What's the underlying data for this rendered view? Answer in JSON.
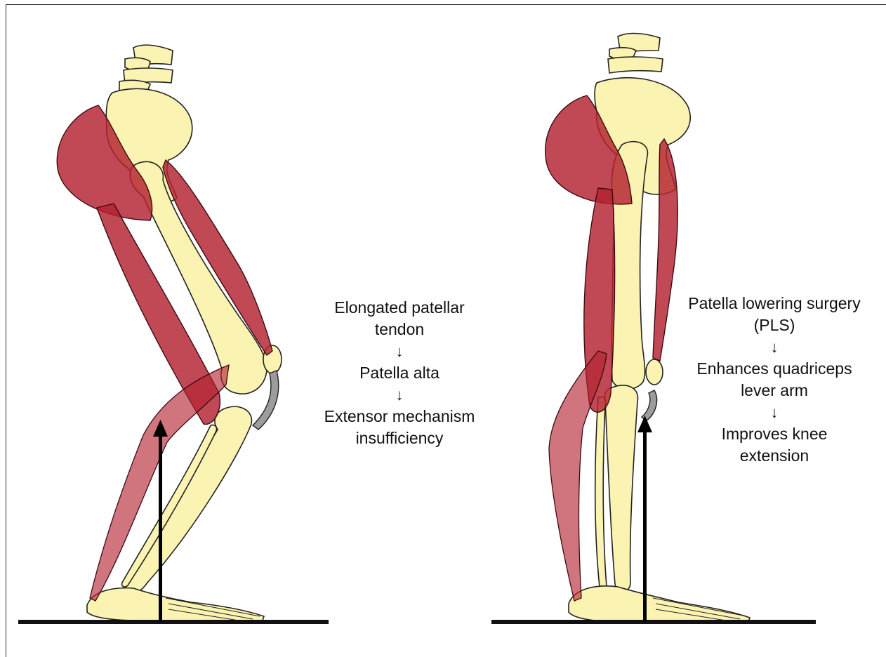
{
  "panels": [
    {
      "id": "before",
      "caption": [
        "Elongated patellar tendon",
        "↓",
        "Patella alta",
        "↓",
        "Extensor mechanism insufficiency"
      ]
    },
    {
      "id": "after",
      "caption": [
        "Patella lowering surgery (PLS)",
        "↓",
        "Enhances quadriceps lever arm",
        "↓",
        "Improves knee extension"
      ]
    }
  ],
  "colors": {
    "bone": "#fbf3b2",
    "muscle": "#b3212f",
    "tendon": "#9c9c9c",
    "ground": "#111111",
    "arrow": "#000000"
  },
  "icons": [
    "ground-reaction-arrow"
  ]
}
